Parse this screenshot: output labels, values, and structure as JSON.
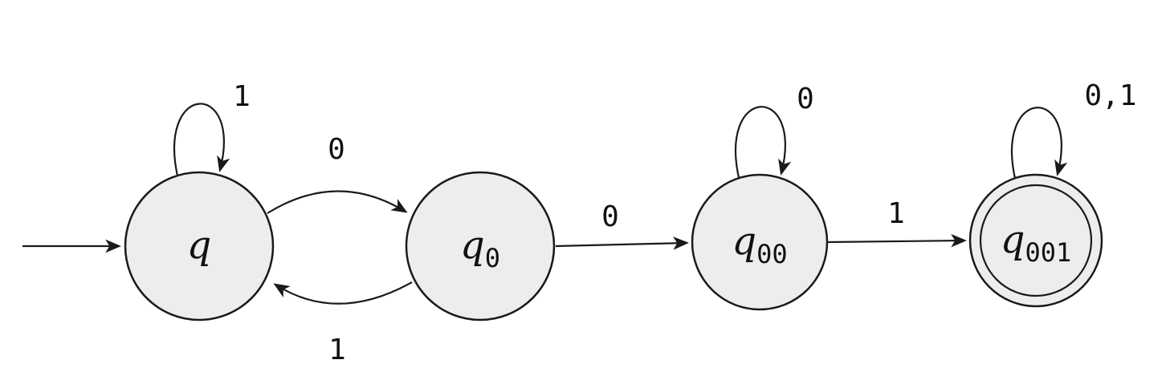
{
  "diagram": {
    "type": "finite-state-automaton",
    "states": [
      {
        "name": "q",
        "base": "q",
        "subscript": "",
        "start": true,
        "accepting": false
      },
      {
        "name": "q0",
        "base": "q",
        "subscript": "0",
        "start": false,
        "accepting": false
      },
      {
        "name": "q00",
        "base": "q",
        "subscript": "00",
        "start": false,
        "accepting": false
      },
      {
        "name": "q001",
        "base": "q",
        "subscript": "001",
        "start": false,
        "accepting": true
      }
    ],
    "transitions": [
      {
        "from": "q",
        "to": "q",
        "label": "1"
      },
      {
        "from": "q",
        "to": "q0",
        "label": "0"
      },
      {
        "from": "q0",
        "to": "q",
        "label": "1"
      },
      {
        "from": "q0",
        "to": "q00",
        "label": "0"
      },
      {
        "from": "q00",
        "to": "q00",
        "label": "0"
      },
      {
        "from": "q00",
        "to": "q001",
        "label": "1"
      },
      {
        "from": "q001",
        "to": "q001",
        "label": "0,1"
      }
    ],
    "colors": {
      "state_fill": "#ededed",
      "stroke": "#1a1a1a",
      "background": "#ffffff"
    }
  }
}
